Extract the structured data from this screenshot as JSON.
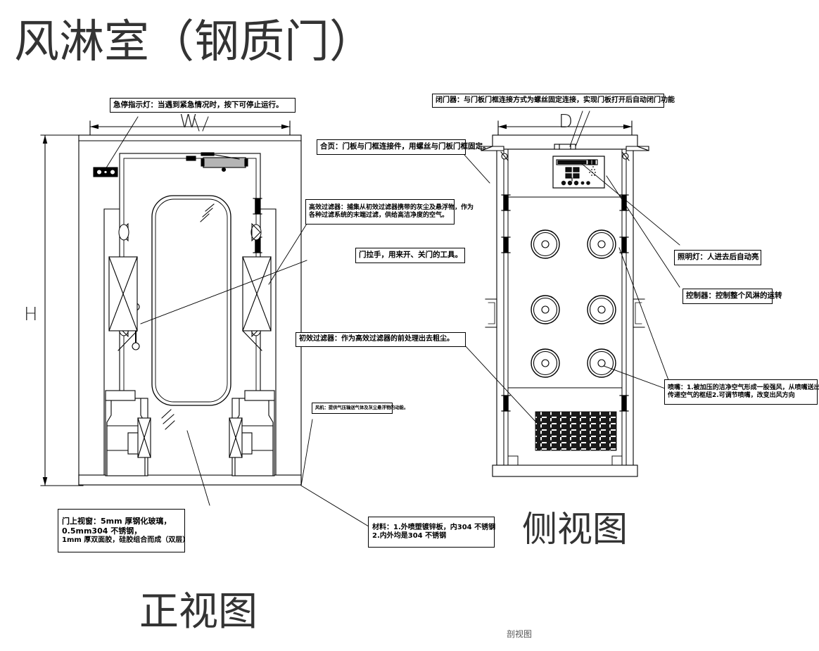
{
  "drawing": {
    "title": "风淋室（钢质门）",
    "front_view_caption": "正视图",
    "side_view_caption": "侧视图",
    "bottom_mark": "剖视图"
  },
  "dimensions": {
    "width_label": "W",
    "height_label": "H",
    "depth_label": "D"
  },
  "notes": {
    "emergency_light": {
      "lines": [
        "急停指示灯：当遇到紧急情况时，按下可停止运行。"
      ]
    },
    "hinge": {
      "lines": [
        "合页：门板与门框连接件，用螺丝与门板门框固定。"
      ]
    },
    "hepa_filter": {
      "lines": [
        "高效过滤器：捕集从初效过滤器携带的灰尘及悬浮物，作为",
        "各种过滤系统的末端过滤，供给高洁净度的空气。"
      ]
    },
    "door_handle": {
      "lines": [
        "门拉手，用来开、关门的工具。"
      ]
    },
    "primary_filter": {
      "lines": [
        "初效过滤器：作为高效过滤器的前处理出去粗尘。"
      ]
    },
    "fan": {
      "lines": [
        "风机：提供气压输送气体及灰尘悬浮物的动能。"
      ]
    },
    "window_spec": {
      "lines": [
        "门上视窗：5mm 厚钢化玻璃，",
        "0.5mm304 不锈钢，",
        "1mm 厚双面胶，硅胶组合而成（双层）"
      ]
    },
    "material_spec": {
      "lines": [
        "材料：1.外喷塑镀锌板，内304 不锈钢",
        "2.内外均是304 不锈钢"
      ]
    },
    "door_closer": {
      "lines": [
        "闭门器：与门板门框连接方式为螺丝固定连接，实现门板打开后自动闭门功能"
      ]
    },
    "lighting": {
      "lines": [
        "照明灯：人进去后自动亮"
      ]
    },
    "controller": {
      "lines": [
        "控制器：控制整个风淋的运转"
      ]
    },
    "nozzle": {
      "lines": [
        "喷嘴：1.被加压的洁净空气形成一股强风，从喷嘴送出，",
        "传递空气的枢纽2.可调节喷嘴，改变出风方向"
      ]
    }
  },
  "colors": {
    "line": "#000000",
    "fill": "#ffffff",
    "closer_fill": "#b4b4b4",
    "grille": "#1a1a1a"
  }
}
